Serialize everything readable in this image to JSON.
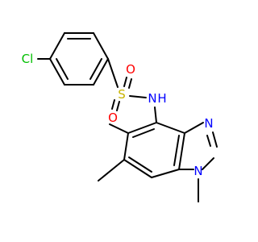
{
  "molecule": {
    "atoms": {
      "chlorine": {
        "label": "Cl",
        "color": "#00bf00"
      },
      "sulfur": {
        "label": "S",
        "color": "#c8b400"
      },
      "oxygen_top": {
        "label": "O",
        "color": "#ff0000"
      },
      "oxygen_bottom": {
        "label": "O",
        "color": "#ff0000"
      },
      "amine_nitrogen": {
        "label": "N",
        "color": "#0000ff"
      },
      "amine_hydrogen": {
        "label": "H",
        "color": "#0000ff"
      },
      "imidazole_nitrogen_3": {
        "label": "N",
        "color": "#0000ff"
      },
      "imidazole_nitrogen_1": {
        "label": "N",
        "color": "#0000ff"
      }
    },
    "bond_color": "#000000"
  }
}
